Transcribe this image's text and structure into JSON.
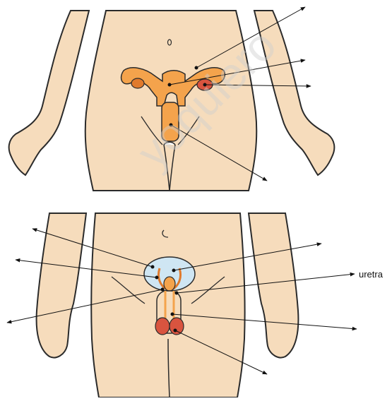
{
  "labels": {
    "urethra": "uretra"
  },
  "watermark": {
    "text": "yoquiero",
    "color": "#cfcfcf"
  },
  "colors": {
    "skin": "#f6dcbc",
    "skin_outline": "#2b2b2b",
    "organ_orange": "#f4a34c",
    "organ_dark": "#e07a2c",
    "organ_red": "#d9543f",
    "bladder_blue": "#cfe6f3",
    "pointer": "#111111"
  },
  "figures": [
    "female-reproductive-system",
    "male-reproductive-system"
  ]
}
